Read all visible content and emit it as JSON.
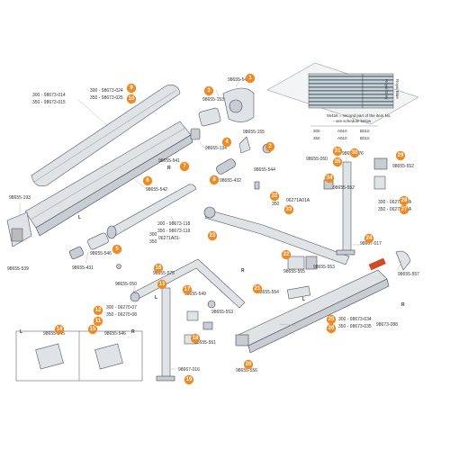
{
  "colors": {
    "badge": "#f08a24",
    "metal_fill": "#dfe3e6",
    "metal_stroke": "#556677",
    "fabric_dark": "#6f8089",
    "fabric_light": "#c9d2d8",
    "leader": "#999999",
    "accent_red": "#d04a2a"
  },
  "fabric": {
    "col_grey": "Royal Grey",
    "col_blue": "Royal Blue",
    "note_line1": "06456 = second part of the item No.",
    "note_line2": "- see schedule below",
    "rows": [
      {
        "code": "300",
        "grey": "A010",
        "blue": "B010"
      },
      {
        "code": "350",
        "grey": "A010",
        "blue": "B010"
      }
    ]
  },
  "badges": [
    {
      "n": "1",
      "icon": "number-badge-1"
    },
    {
      "n": "2"
    },
    {
      "n": "3"
    },
    {
      "n": "4"
    },
    {
      "n": "5"
    },
    {
      "n": "6"
    },
    {
      "n": "7"
    },
    {
      "n": "8"
    },
    {
      "n": "9"
    },
    {
      "n": "10"
    },
    {
      "n": "11"
    },
    {
      "n": "12"
    },
    {
      "n": "13"
    },
    {
      "n": "14"
    },
    {
      "n": "15"
    },
    {
      "n": "16"
    },
    {
      "n": "17"
    },
    {
      "n": "18"
    },
    {
      "n": "19"
    },
    {
      "n": "20"
    },
    {
      "n": "21"
    },
    {
      "n": "22"
    },
    {
      "n": "23"
    },
    {
      "n": "24"
    },
    {
      "n": "25"
    },
    {
      "n": "26"
    },
    {
      "n": "27"
    },
    {
      "n": "28"
    },
    {
      "n": "29"
    },
    {
      "n": "30"
    },
    {
      "n": "31"
    },
    {
      "n": "32"
    },
    {
      "n": "33"
    },
    {
      "n": "34"
    },
    {
      "n": "35"
    }
  ],
  "part_numbers": {
    "p98655_540": "98655-540",
    "p98655_153": "98655-153",
    "p98655_155": "98655-155",
    "p98655_134": "98655-134",
    "p98655_541": "98655-541",
    "p98655_542": "98655-542",
    "p98655_432": "98655-432",
    "p98655_544": "98655-544",
    "p98655_193": "98655-193",
    "p98655_539": "98655-539",
    "p98655_431": "98655-431",
    "p98655_546": "98655-546",
    "p98655_550": "98655-550",
    "p98655_575": "98655-575",
    "p98655_549": "98655-549",
    "p98655_553": "98655-553",
    "p98655_551": "98655-551",
    "p98655_555": "98655-555",
    "p98655_554": "98655-554",
    "p98655_556": "98655-556",
    "p98655_557": "98655-557",
    "p98655_576": "98655-576",
    "p98655_550b": "98655-050",
    "p98655_552": "98655-552",
    "p98655_552b": "98655-552",
    "p98655_050": "98655-050",
    "p98655_545": "98655-545",
    "p98667_017": "98667-017",
    "p98667_016": "98667-016",
    "p98673_088": "98673-088",
    "p300_98673_014": "300 - 98673-014",
    "p350_98673_015": "350 - 98673-015",
    "p300_98673_024": "300 - 98673-024",
    "p350_98673_025": "350 - 98673-025",
    "p300_98673_118": "300 - 98673-118",
    "p350_98673_119": "350 - 98673-119",
    "p300_06270_07": "300 - 06270-07",
    "p350_06270_08": "350 - 06270-08",
    "p300_06270_07A": "300 - 06270-07A",
    "p350_06270_08A": "350 - 06270-08A",
    "p300_98673_034": "300 - 98673-034",
    "p350_98673_035": "350 - 98673-035",
    "p300_06271A01": "300",
    "p350_06271A01": "350",
    "p06271A01A": "06271A01A",
    "p06271A01": "06271A01-",
    "p300_s": "300",
    "p350_s": "350"
  },
  "side_labels": {
    "L": "L",
    "R": "R"
  }
}
